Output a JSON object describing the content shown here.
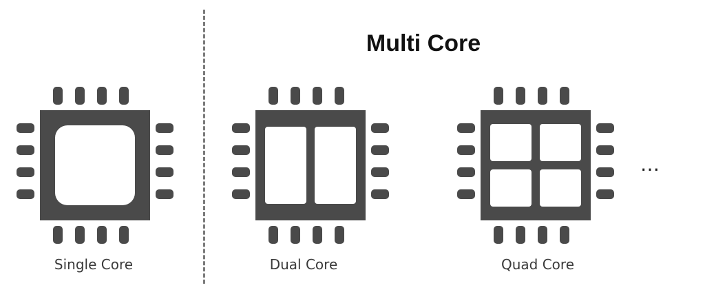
{
  "heading": "Multi Core",
  "chips": [
    {
      "caption": "Single Core"
    },
    {
      "caption": "Dual Core"
    },
    {
      "caption": "Quad Core"
    }
  ],
  "more_indicator": "…",
  "colors": {
    "chip": "#4a4a4a",
    "divider": "#7a7a7a",
    "core": "#ffffff"
  }
}
